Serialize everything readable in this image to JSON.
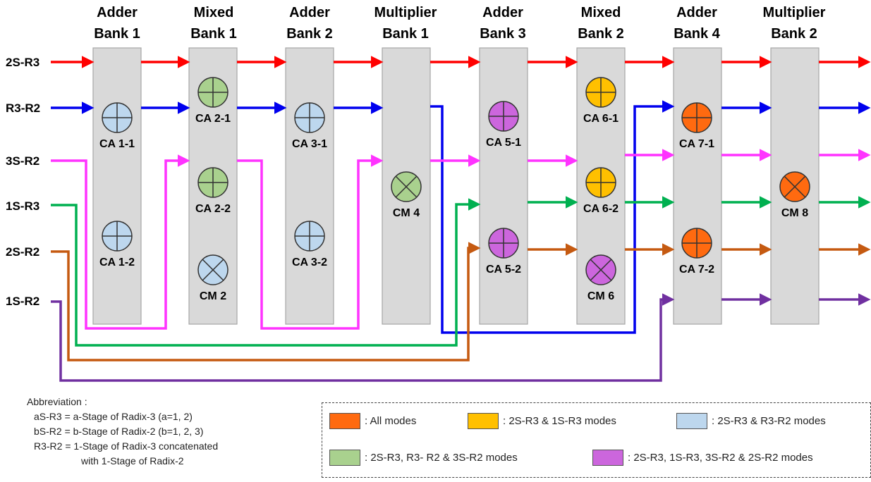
{
  "banks": [
    {
      "line1": "Adder",
      "line2": "Bank 1"
    },
    {
      "line1": "Mixed",
      "line2": "Bank 1"
    },
    {
      "line1": "Adder",
      "line2": "Bank 2"
    },
    {
      "line1": "Multiplier",
      "line2": "Bank 1"
    },
    {
      "line1": "Adder",
      "line2": "Bank 3"
    },
    {
      "line1": "Mixed",
      "line2": "Bank 2"
    },
    {
      "line1": "Adder",
      "line2": "Bank 4"
    },
    {
      "line1": "Multiplier",
      "line2": "Bank 2"
    }
  ],
  "signals": [
    "2S-R3",
    "R3-R2",
    "3S-R2",
    "1S-R3",
    "2S-R2",
    "1S-R2"
  ],
  "units": [
    {
      "label": "CA 1-1",
      "kind": "adder",
      "color": "#bdd7ee"
    },
    {
      "label": "CA 1-2",
      "kind": "adder",
      "color": "#bdd7ee"
    },
    {
      "label": "CA 2-1",
      "kind": "adder",
      "color": "#a9d18e"
    },
    {
      "label": "CA 2-2",
      "kind": "adder",
      "color": "#a9d18e"
    },
    {
      "label": "CM 2",
      "kind": "multiplier",
      "color": "#bdd7ee"
    },
    {
      "label": "CA 3-1",
      "kind": "adder",
      "color": "#bdd7ee"
    },
    {
      "label": "CA 3-2",
      "kind": "adder",
      "color": "#bdd7ee"
    },
    {
      "label": "CM 4",
      "kind": "multiplier",
      "color": "#a9d18e"
    },
    {
      "label": "CA 5-1",
      "kind": "adder",
      "color": "#cc66dd"
    },
    {
      "label": "CA 5-2",
      "kind": "adder",
      "color": "#cc66dd"
    },
    {
      "label": "CA 6-1",
      "kind": "adder",
      "color": "#ffc000"
    },
    {
      "label": "CA 6-2",
      "kind": "adder",
      "color": "#ffc000"
    },
    {
      "label": "CM 6",
      "kind": "multiplier",
      "color": "#cc66dd"
    },
    {
      "label": "CA 7-1",
      "kind": "adder",
      "color": "#ff6a10"
    },
    {
      "label": "CA 7-2",
      "kind": "adder",
      "color": "#ff6a10"
    },
    {
      "label": "CM 8",
      "kind": "multiplier",
      "color": "#ff6a10"
    }
  ],
  "wire_colors": {
    "2S-R3": "#ff0000",
    "R3-R2": "#0000ee",
    "3S-R2": "#ff33ff",
    "1S-R3": "#00b050",
    "2S-R2": "#c55a11",
    "1S-R2": "#7030a0"
  },
  "abbreviation": {
    "title": "Abbreviation :",
    "lines": [
      "aS-R3 = a-Stage of Radix-3 (a=1, 2)",
      "bS-R2 = b-Stage of Radix-2 (b=1, 2, 3)",
      "R3-R2 = 1-Stage of Radix-3 concatenated"
    ],
    "continuation": "with 1-Stage of Radix-2"
  },
  "legend": [
    {
      "label": ": All modes",
      "color": "#ff6a10"
    },
    {
      "label": ": 2S-R3 & 1S-R3 modes",
      "color": "#ffc000"
    },
    {
      "label": ": 2S-R3 & R3-R2 modes",
      "color": "#bdd7ee"
    },
    {
      "label": ": 2S-R3, R3- R2 & 3S-R2 modes",
      "color": "#a9d18e"
    },
    {
      "label": ": 2S-R3, 1S-R3,  3S-R2 & 2S-R2 modes",
      "color": "#cc66dd"
    }
  ]
}
